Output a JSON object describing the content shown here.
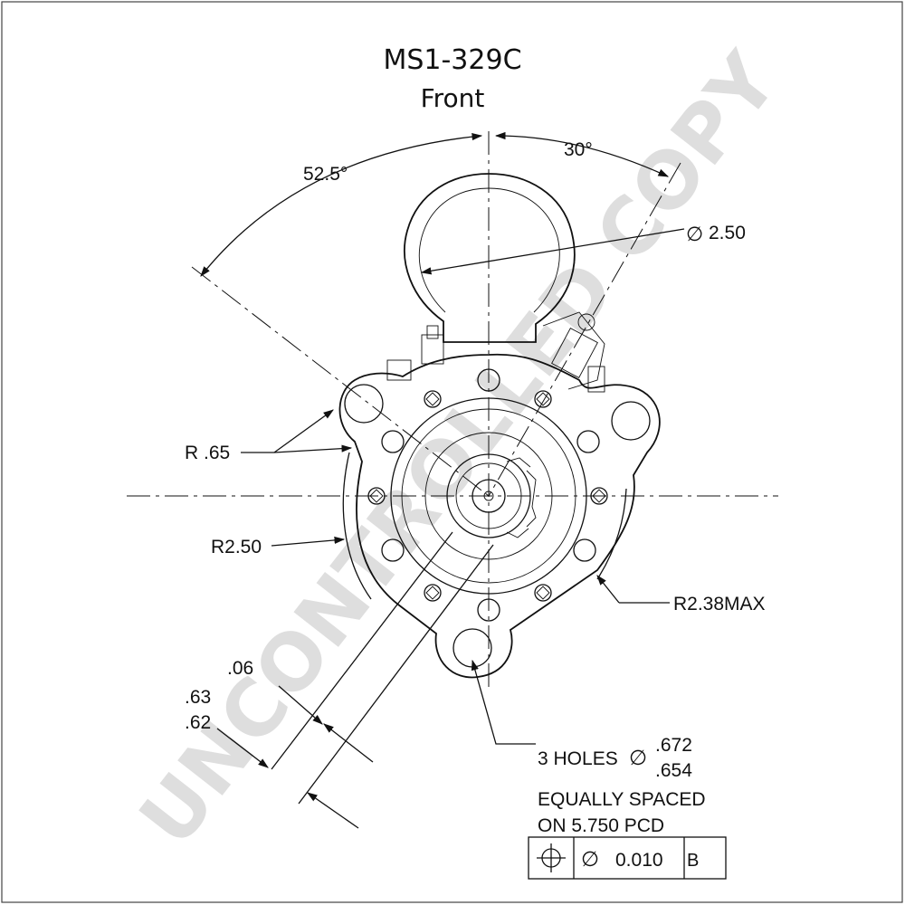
{
  "title": "MS1-329C",
  "subtitle": "Front",
  "watermark": "UNCONTROLLED COPY",
  "angles": {
    "left": "52.5°",
    "right": "30°"
  },
  "diameter_symbol": "∅",
  "dims": {
    "dia_2_50": "2.50",
    "r_065": "R .65",
    "r_250": "R2.50",
    "r_238max": "R2.38MAX",
    "d_06": ".06",
    "d_63": ".63",
    "d_62": ".62"
  },
  "holes": {
    "label": "3 HOLES",
    "upper": ".672",
    "lower": ".654",
    "line2": "EQUALLY SPACED",
    "line3": "ON 5.750 PCD"
  },
  "tolerance_frame": {
    "value": "0.010",
    "datum": "B"
  },
  "colors": {
    "line": "#111111",
    "watermark": "#d9d9d9",
    "frame": "#444444"
  }
}
